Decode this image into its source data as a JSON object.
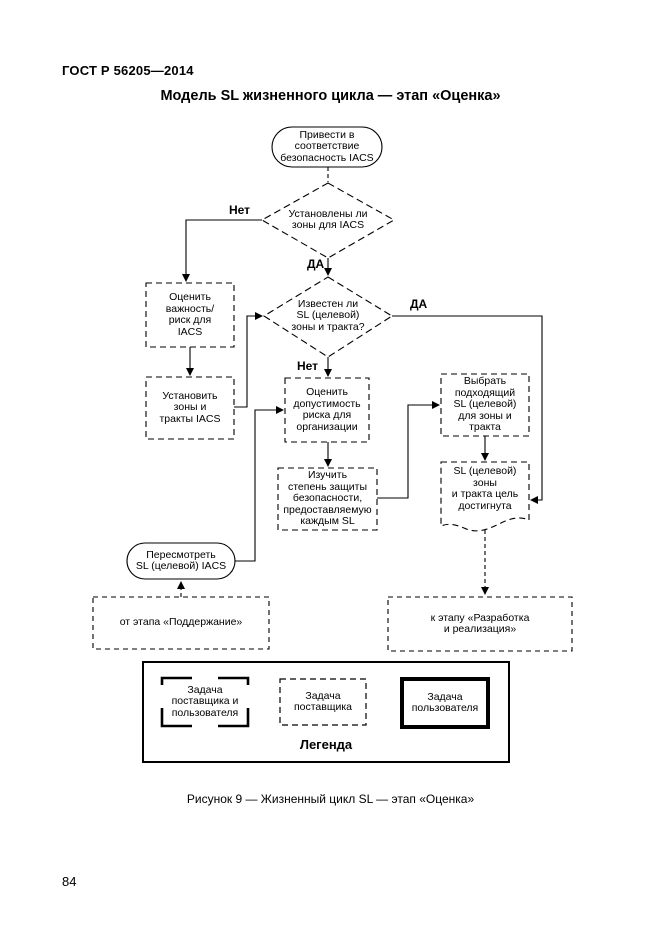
{
  "header": {
    "doc_id": "ГОСТ Р 56205—2014"
  },
  "figure_title": "Модель SL жизненного цикла — этап «Оценка»",
  "flow": {
    "start": "Привести в\nсоответствие\nбезопасность IACS",
    "decision_zones": "Установлены ли\nзоны для IACS",
    "decision_known": "Известен ли\nSL (целевой)\nзоны и тракта?",
    "assess_importance": "Оценить\nважность/\nриск для\nIACS",
    "set_zones": "Установить\nзоны и\nтракты IACS",
    "assess_risk": "Оценить\nдопустимость\nриска для\nорганизации",
    "study_protection": "Изучить\nстепень защиты\nбезопасности,\nпредоставляемую\nкаждым SL",
    "choose_sl": "Выбрать\nподходящий\nSL (целевой)\nдля зоны и\nтракта",
    "goal_reached": "SL (целевой)\nзоны\nи тракта  цель\nдостигнута",
    "review_sl": "Пересмотреть\nSL (целевой) IACS",
    "from_support": "от этапа «Поддержание»",
    "to_development": "к этапу «Разработка\nи реализация»",
    "label_no_1": "Нет",
    "label_yes_1": "ДА",
    "label_yes_2": "ДА",
    "label_no_2": "Нет"
  },
  "legend": {
    "title": "Легенда",
    "supplier_and_user": "Задача\nпоставщика и\nпользователя",
    "supplier": "Задача\nпоставщика",
    "user": "Задача\nпользователя"
  },
  "caption": "Рисунок 9 — Жизненный цикл SL — этап «Оценка»",
  "page_number": "84"
}
